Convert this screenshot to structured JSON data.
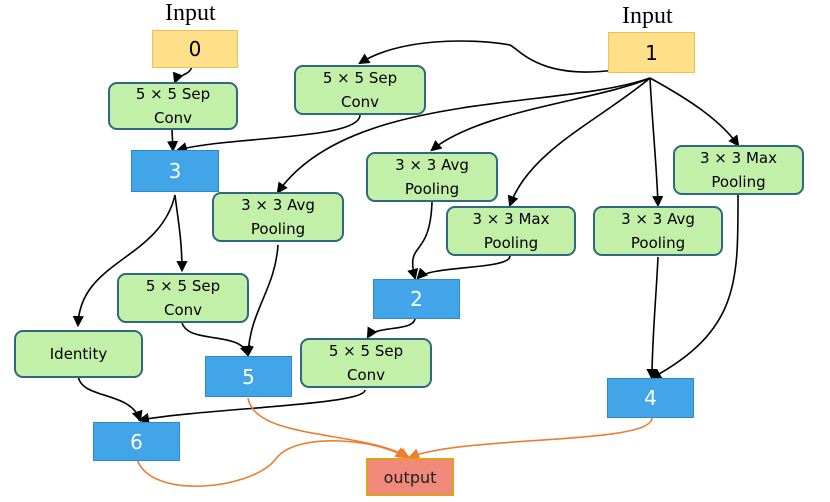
{
  "inputs": {
    "label_0": "Input",
    "label_1": "Input",
    "node_0": "0",
    "node_1": "1"
  },
  "ops": {
    "sep_conv_a": "5 × 5 Sep\nConv",
    "sep_conv_b": "5 × 5 Sep\nConv",
    "sep_conv_c": "5 × 5 Sep\nConv",
    "sep_conv_d": "5 × 5 Sep\nConv",
    "avg_pool_a": "3 × 3 Avg\nPooling",
    "avg_pool_b": "3 × 3 Avg\nPooling",
    "avg_pool_c": "3 × 3 Avg\nPooling",
    "max_pool_a": "3 × 3 Max\nPooling",
    "max_pool_b": "3 × 3 Max\nPooling",
    "identity": "Identity"
  },
  "states": {
    "n2": "2",
    "n3": "3",
    "n4": "4",
    "n5": "5",
    "n6": "6"
  },
  "output": "output",
  "colors": {
    "input": "#ffe08a",
    "op": "#c3f0a8",
    "op_border": "#2f6880",
    "state": "#42a5e8",
    "output": "#ef8a7a",
    "edge": "#000000",
    "output_edge": "#ed7d31"
  }
}
